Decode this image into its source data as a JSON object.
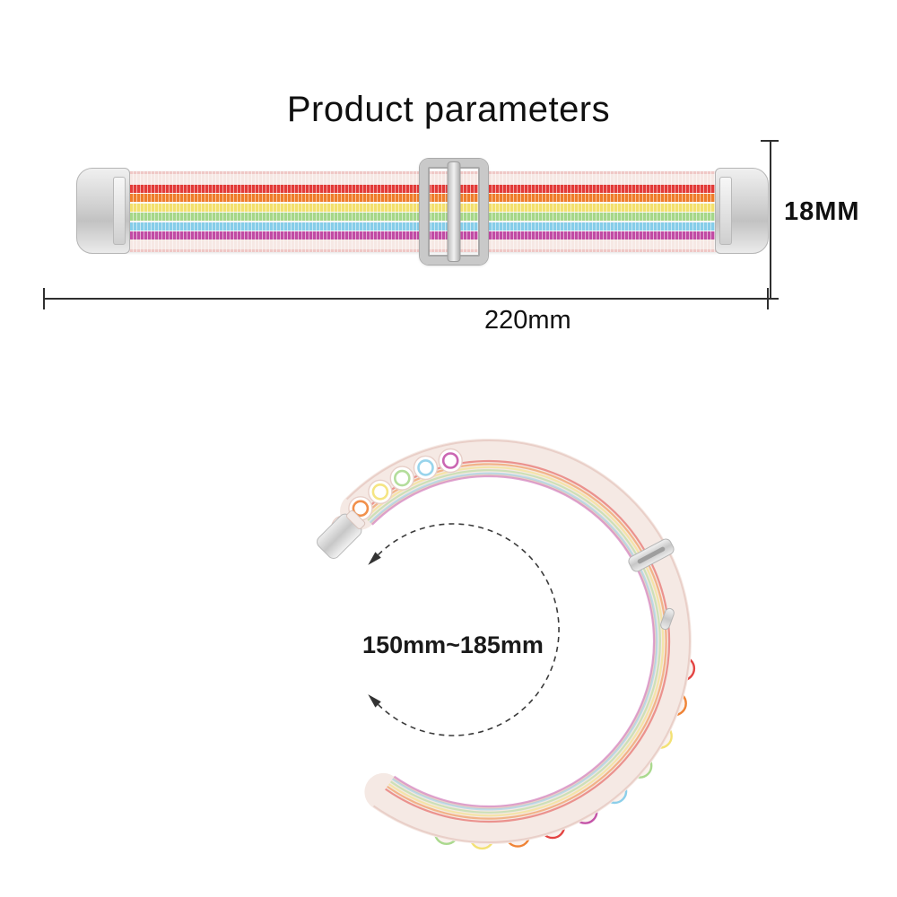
{
  "page": {
    "title": "Product parameters"
  },
  "band": {
    "edge_color": "#f6e8e4",
    "gap_color": "#fbf7f5",
    "stripe_colors": [
      "#e23b38",
      "#ef7d2b",
      "#f3e06d",
      "#a6d789",
      "#86cde9",
      "#c14ba4"
    ],
    "metal_color": "#d0d0d0"
  },
  "dimensions": {
    "width_label": "18MM",
    "length_label": "220mm",
    "circumference_label": "150mm~185mm"
  }
}
